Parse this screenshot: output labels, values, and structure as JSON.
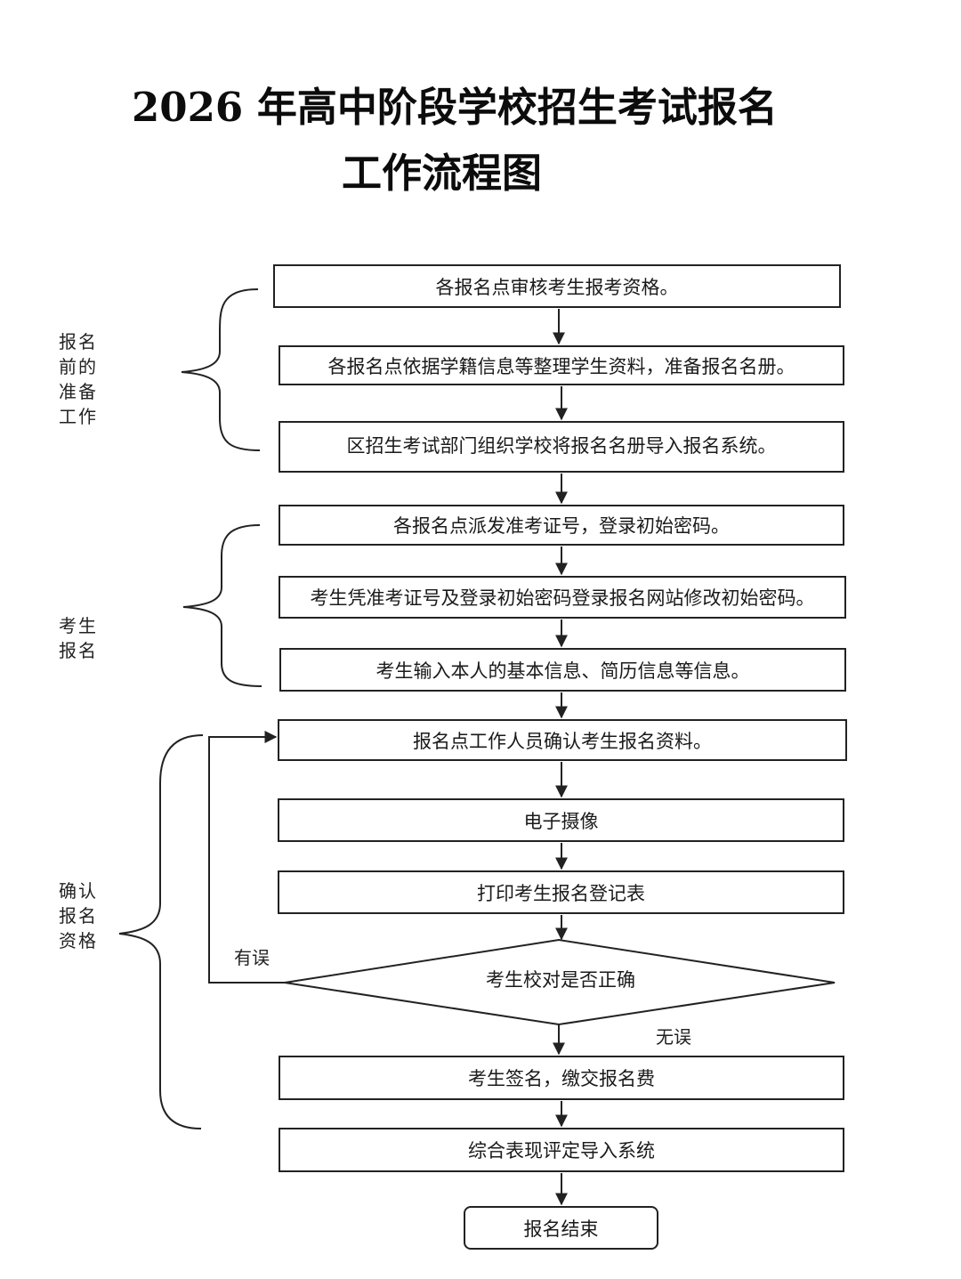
{
  "title": {
    "line1": "2026 年高中阶段学校招生考试报名",
    "line2": "工作流程图"
  },
  "groups": [
    {
      "lines": [
        "报名",
        "前的",
        "准备",
        "工作"
      ]
    },
    {
      "lines": [
        "考生",
        "报名"
      ]
    },
    {
      "lines": [
        "确认",
        "报名",
        "资格"
      ]
    }
  ],
  "steps": {
    "s1": "各报名点审核考生报考资格。",
    "s2": "各报名点依据学籍信息等整理学生资料，准备报名名册。",
    "s3": "区招生考试部门组织学校将报名名册导入报名系统。",
    "s4": "各报名点派发准考证号，登录初始密码。",
    "s5": "考生凭准考证号及登录初始密码登录报名网站修改初始密码。",
    "s6": "考生输入本人的基本信息、简历信息等信息。",
    "s7": "报名点工作人员确认考生报名资料。",
    "s8": "电子摄像",
    "s9": "打印考生报名登记表",
    "s10": "考生校对是否正确",
    "s11": "考生签名，缴交报名费",
    "s12": "综合表现评定导入系统",
    "s13": "报名结束"
  },
  "edge_labels": {
    "wrong": "有误",
    "ok": "无误"
  }
}
